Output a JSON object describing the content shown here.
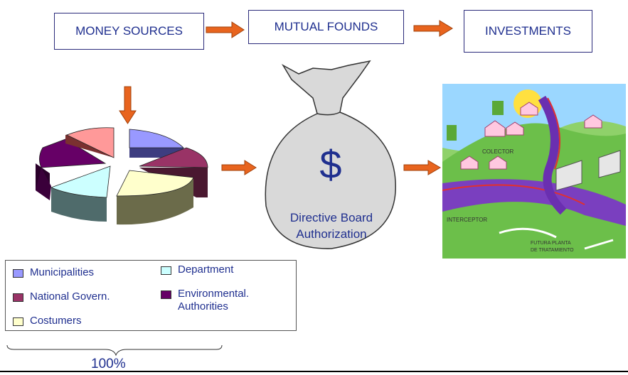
{
  "flow": {
    "money_sources": "MONEY SOURCES",
    "mutual_founds": "MUTUAL FOUNDS",
    "investments": "INVESTMENTS"
  },
  "bag": {
    "symbol": "$",
    "line1": "Directive Board",
    "line2": "Authorization"
  },
  "legend": {
    "items": [
      {
        "label": "Municipalities",
        "color": "#9999ff"
      },
      {
        "label": "National Govern.",
        "color": "#993366"
      },
      {
        "label": "Costumers",
        "color": "#ffffcc"
      },
      {
        "label": "Department",
        "color": "#ccffff"
      },
      {
        "label": "Environmental. Authorities",
        "color": "#660066"
      }
    ]
  },
  "total": "100%",
  "illustration": {
    "collector": "COLECTOR",
    "interceptor": "INTERCEPTOR",
    "plant_line1": "FUTURA PLANTA",
    "plant_line2": "DE TRATAMIENTO"
  },
  "colors": {
    "arrow": "#e8641e",
    "text": "#1f2f8f",
    "pie_extra": "#ff9999"
  }
}
